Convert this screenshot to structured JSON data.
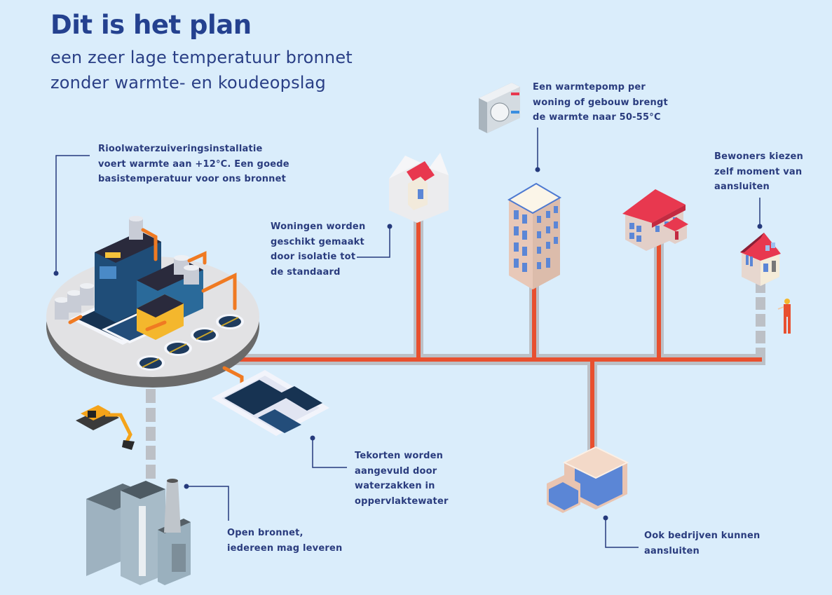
{
  "header": {
    "title": "Dit is het plan",
    "subtitle_lines": [
      "een zeer lage temperatuur bronnet",
      "zonder warmte- en koudeopslag"
    ]
  },
  "callouts": {
    "treatment_plant": {
      "lines": [
        "Rioolwaterzuiveringsinstallatie",
        "voert warmte aan +12°C. Een goede",
        "basistemperatuur voor ons bronnet"
      ]
    },
    "heat_pump": {
      "lines": [
        "Een warmtepomp per",
        "woning of gebouw brengt",
        "de warmte naar 50-55°C"
      ]
    },
    "residents": {
      "lines": [
        "Bewoners kiezen",
        "zelf moment van",
        "aansluiten"
      ]
    },
    "insulation": {
      "lines": [
        "Woningen worden",
        "geschikt gemaakt",
        "door isolatie tot",
        "de standaard"
      ]
    },
    "shortfall": {
      "lines": [
        "Tekorten worden",
        "aangevuld door",
        "waterzakken in",
        "oppervlaktewater"
      ]
    },
    "open_network": {
      "lines": [
        "Open bronnet,",
        "iedereen mag leveren"
      ]
    },
    "businesses": {
      "lines": [
        "Ook bedrijven kunnen",
        "aansluiten"
      ]
    }
  },
  "colors": {
    "background": "#daedfb",
    "title": "#24418f",
    "text": "#2a3c7e",
    "pipe_hot": "#e8502f",
    "pipe_casing": "#bcc0c6",
    "roof_red": "#e8384f",
    "water_dark": "#1c3a5e"
  }
}
